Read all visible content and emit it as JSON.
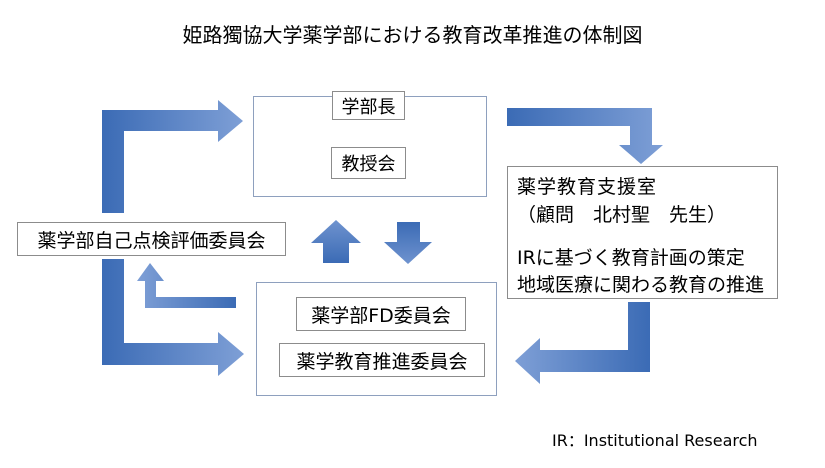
{
  "title": "姫路獨協大学薬学部における教育改革推進の体制図",
  "faculty_group": {
    "dean": "学部長",
    "faculty_council": "教授会"
  },
  "committee_group": {
    "fd_committee": "薬学部FD委員会",
    "promotion_committee": "薬学教育推進委員会"
  },
  "self_evaluation_committee": "薬学部自己点検評価委員会",
  "support_office": {
    "name": "薬学教育支援室",
    "advisor": "（顧問　北村聖　先生）",
    "tasks": [
      "IRに基づく教育計画の策定",
      "地域医療に関わる教育の推進"
    ]
  },
  "footnote": "IR：Institutional Research",
  "colors": {
    "arrow_dark": "#3B6BB5",
    "arrow_light": "#7E9FD6",
    "group_border": "#8EA0BE",
    "box_border": "#8C8C8C"
  }
}
